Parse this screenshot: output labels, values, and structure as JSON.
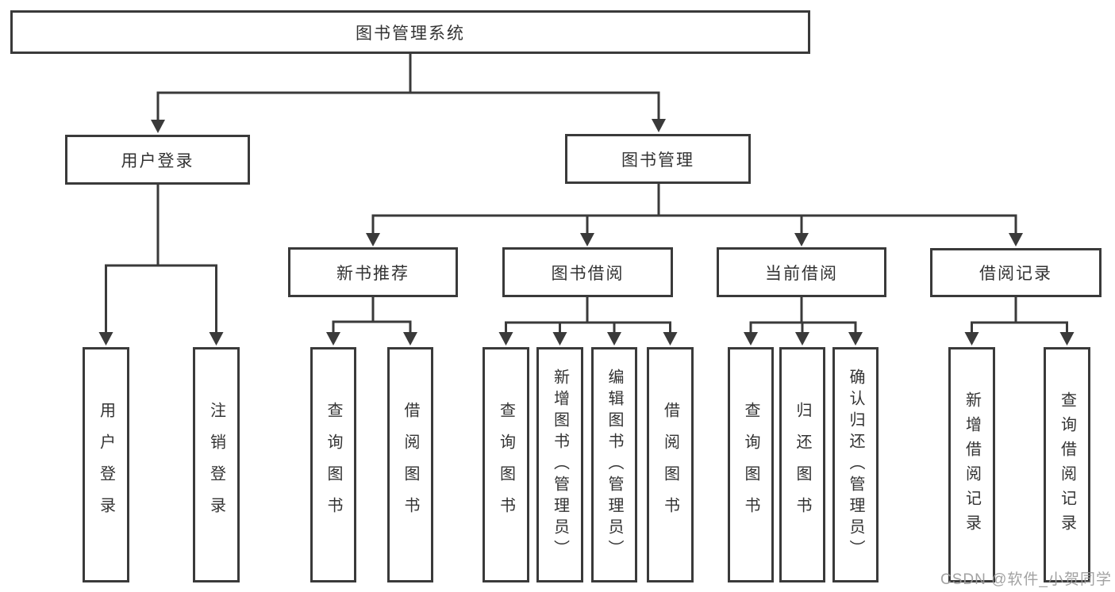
{
  "title": "图书管理系统",
  "tree": {
    "label": "图书管理系统",
    "children": [
      {
        "label": "用户登录",
        "children": [
          {
            "label": "用户登录"
          },
          {
            "label": "注销登录"
          }
        ]
      },
      {
        "label": "图书管理",
        "children": [
          {
            "label": "新书推荐",
            "children": [
              {
                "label": "查询图书"
              },
              {
                "label": "借阅图书"
              }
            ]
          },
          {
            "label": "图书借阅",
            "children": [
              {
                "label": "查询图书"
              },
              {
                "label": "新增图书（管理员）"
              },
              {
                "label": "编辑图书（管理员）"
              },
              {
                "label": "借阅图书"
              }
            ]
          },
          {
            "label": "当前借阅",
            "children": [
              {
                "label": "查询图书"
              },
              {
                "label": "归还图书"
              },
              {
                "label": "确认归还（管理员）"
              }
            ]
          },
          {
            "label": "借阅记录",
            "children": [
              {
                "label": "新增借阅记录"
              },
              {
                "label": "查询借阅记录"
              }
            ]
          }
        ]
      }
    ]
  },
  "watermark": "CSDN @软件_小贺同学",
  "colors": {
    "line": "#3a3a3a",
    "text": "#333333",
    "background": "#ffffff",
    "watermark": "#9b9b9b"
  }
}
